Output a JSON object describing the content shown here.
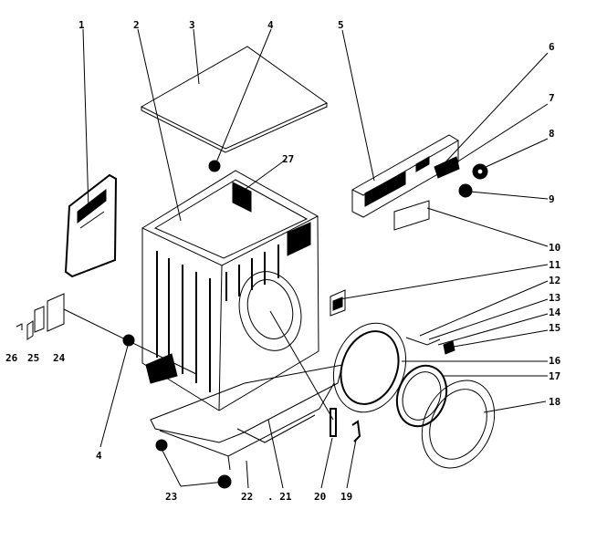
{
  "diagram": {
    "callouts": [
      {
        "id": "c1",
        "text": "1"
      },
      {
        "id": "c2",
        "text": "2"
      },
      {
        "id": "c3",
        "text": "3"
      },
      {
        "id": "c4a",
        "text": "4"
      },
      {
        "id": "c5",
        "text": "5"
      },
      {
        "id": "c6",
        "text": "6"
      },
      {
        "id": "c7",
        "text": "7"
      },
      {
        "id": "c8",
        "text": "8"
      },
      {
        "id": "c9",
        "text": "9"
      },
      {
        "id": "c10",
        "text": "10"
      },
      {
        "id": "c11",
        "text": "11"
      },
      {
        "id": "c12",
        "text": "12"
      },
      {
        "id": "c13",
        "text": "13"
      },
      {
        "id": "c14",
        "text": "14"
      },
      {
        "id": "c15",
        "text": "15"
      },
      {
        "id": "c16",
        "text": "16"
      },
      {
        "id": "c17",
        "text": "17"
      },
      {
        "id": "c18",
        "text": "18"
      },
      {
        "id": "c27",
        "text": "27"
      },
      {
        "id": "c26",
        "text": "26"
      },
      {
        "id": "c25",
        "text": "25"
      },
      {
        "id": "c24",
        "text": "24"
      },
      {
        "id": "c4b",
        "text": "4"
      },
      {
        "id": "c23",
        "text": "23"
      },
      {
        "id": "c22",
        "text": "22"
      },
      {
        "id": "c21",
        "text": ". 21"
      },
      {
        "id": "c20",
        "text": "20"
      },
      {
        "id": "c19",
        "text": "19"
      }
    ]
  }
}
